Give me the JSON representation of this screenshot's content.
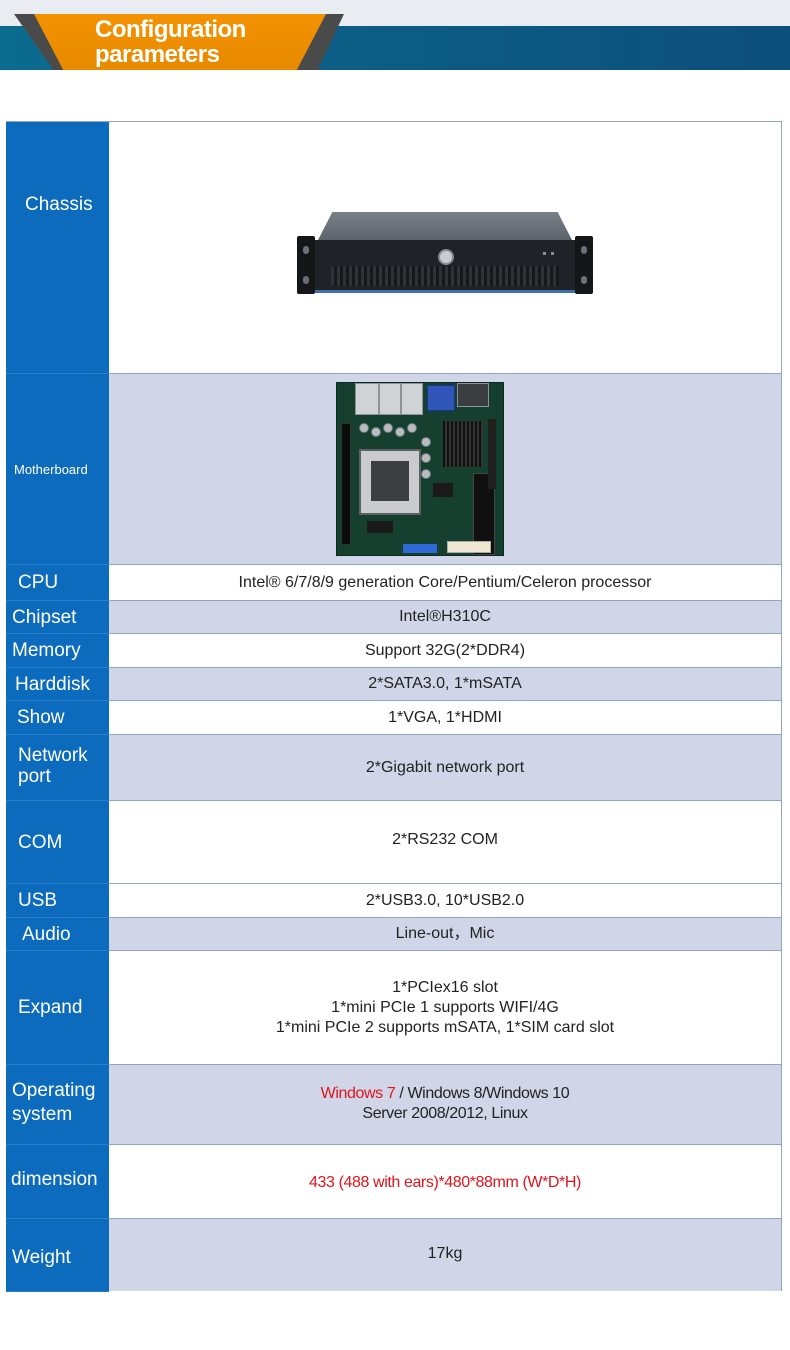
{
  "banner": {
    "title": "Configuration parameters",
    "colors": {
      "orange": "#f39200",
      "blue": "#0c5f86",
      "dark": "#4a4a4a"
    }
  },
  "colors": {
    "label_bg": "#0d6bbd",
    "row_blue": "#d0d6e8",
    "row_white": "#ffffff",
    "highlight_red": "#e0141b"
  },
  "specs": {
    "chassis": {
      "label": "Chassis",
      "image": "2U rackmount chassis"
    },
    "motherboard": {
      "label": "Motherboard",
      "image": "mini-ITX industrial motherboard"
    },
    "cpu": {
      "label": "CPU",
      "value": "Intel® 6/7/8/9 generation Core/Pentium/Celeron processor"
    },
    "chipset": {
      "label": "Chipset",
      "value": "Intel®H310C"
    },
    "memory": {
      "label": "Memory",
      "value": "Support 32G(2*DDR4)"
    },
    "harddisk": {
      "label": "Harddisk",
      "value": "2*SATA3.0, 1*mSATA"
    },
    "show": {
      "label": "Show",
      "value": "1*VGA, 1*HDMI"
    },
    "network": {
      "label": "Network port",
      "value": "2*Gigabit network port"
    },
    "com": {
      "label": "COM",
      "value": "2*RS232 COM"
    },
    "usb": {
      "label": "USB",
      "value": "2*USB3.0, 10*USB2.0"
    },
    "audio": {
      "label": "Audio",
      "value": "Line-out，Mic"
    },
    "expand": {
      "label": "Expand",
      "lines": [
        "1*PCIex16 slot",
        "1*mini PCIe 1 supports WIFI/4G",
        "1*mini PCIe 2 supports mSATA, 1*SIM card slot"
      ]
    },
    "os": {
      "label": "Operating system",
      "highlight": "Windows 7",
      "rest": " / Windows 8/Windows 10",
      "line2": "Server 2008/2012, Linux"
    },
    "dimension": {
      "label": "dimension",
      "value": "433 (488 with ears)*480*88mm (W*D*H)"
    },
    "weight": {
      "label": "Weight",
      "value": "17kg"
    }
  }
}
